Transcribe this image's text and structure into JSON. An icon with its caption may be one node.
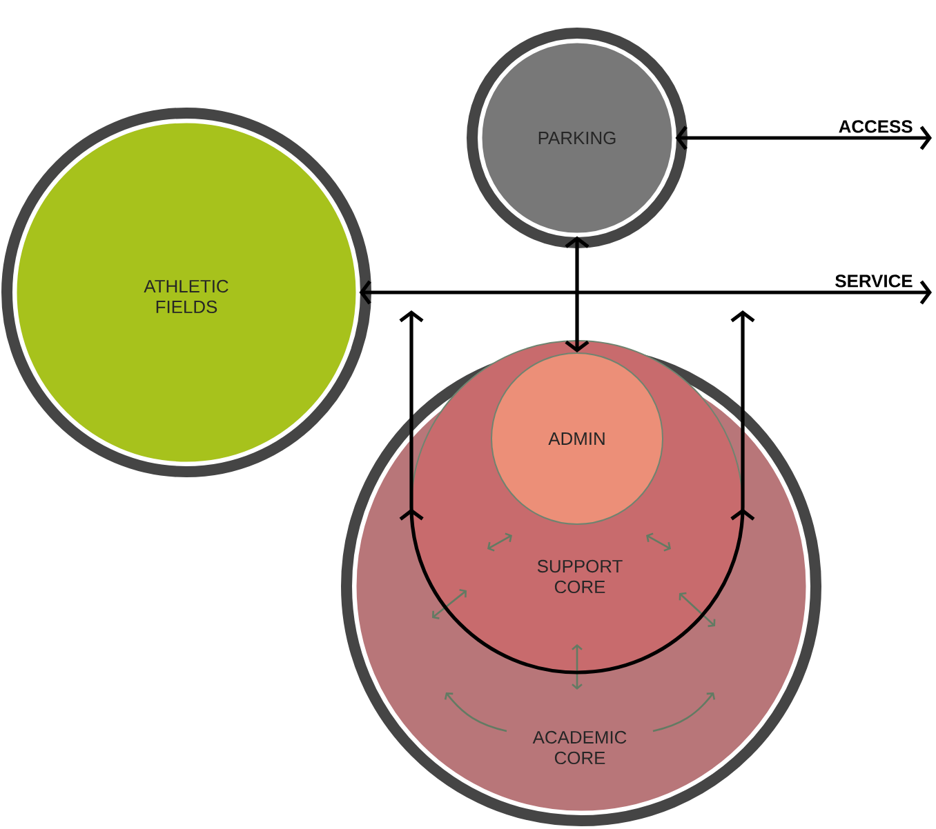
{
  "diagram": {
    "nodes": [
      {
        "text": [
          "PARKING"
        ]
      },
      {
        "text": [
          "ATHLETIC FIELDS"
        ]
      },
      {
        "text": [
          "ACADEMIC CORE"
        ]
      },
      {
        "text": [
          "SUPPORT CORE"
        ],
        "in": 2
      },
      {
        "text": [
          "ADMIN"
        ],
        "in": 3
      }
    ],
    "edges": [
      {
        "from": 0,
        "to": null,
        "arrow": "both",
        "label": "ACCESS"
      },
      {
        "from": 1,
        "to": null,
        "arrow": "both",
        "label": "SERVICE"
      },
      {
        "from": 0,
        "to": 4,
        "arrow": "both"
      },
      {
        "from": 3,
        "to": null,
        "arrow": "to"
      },
      {
        "from": 3,
        "to": null,
        "arrow": "to"
      }
    ]
  }
}
